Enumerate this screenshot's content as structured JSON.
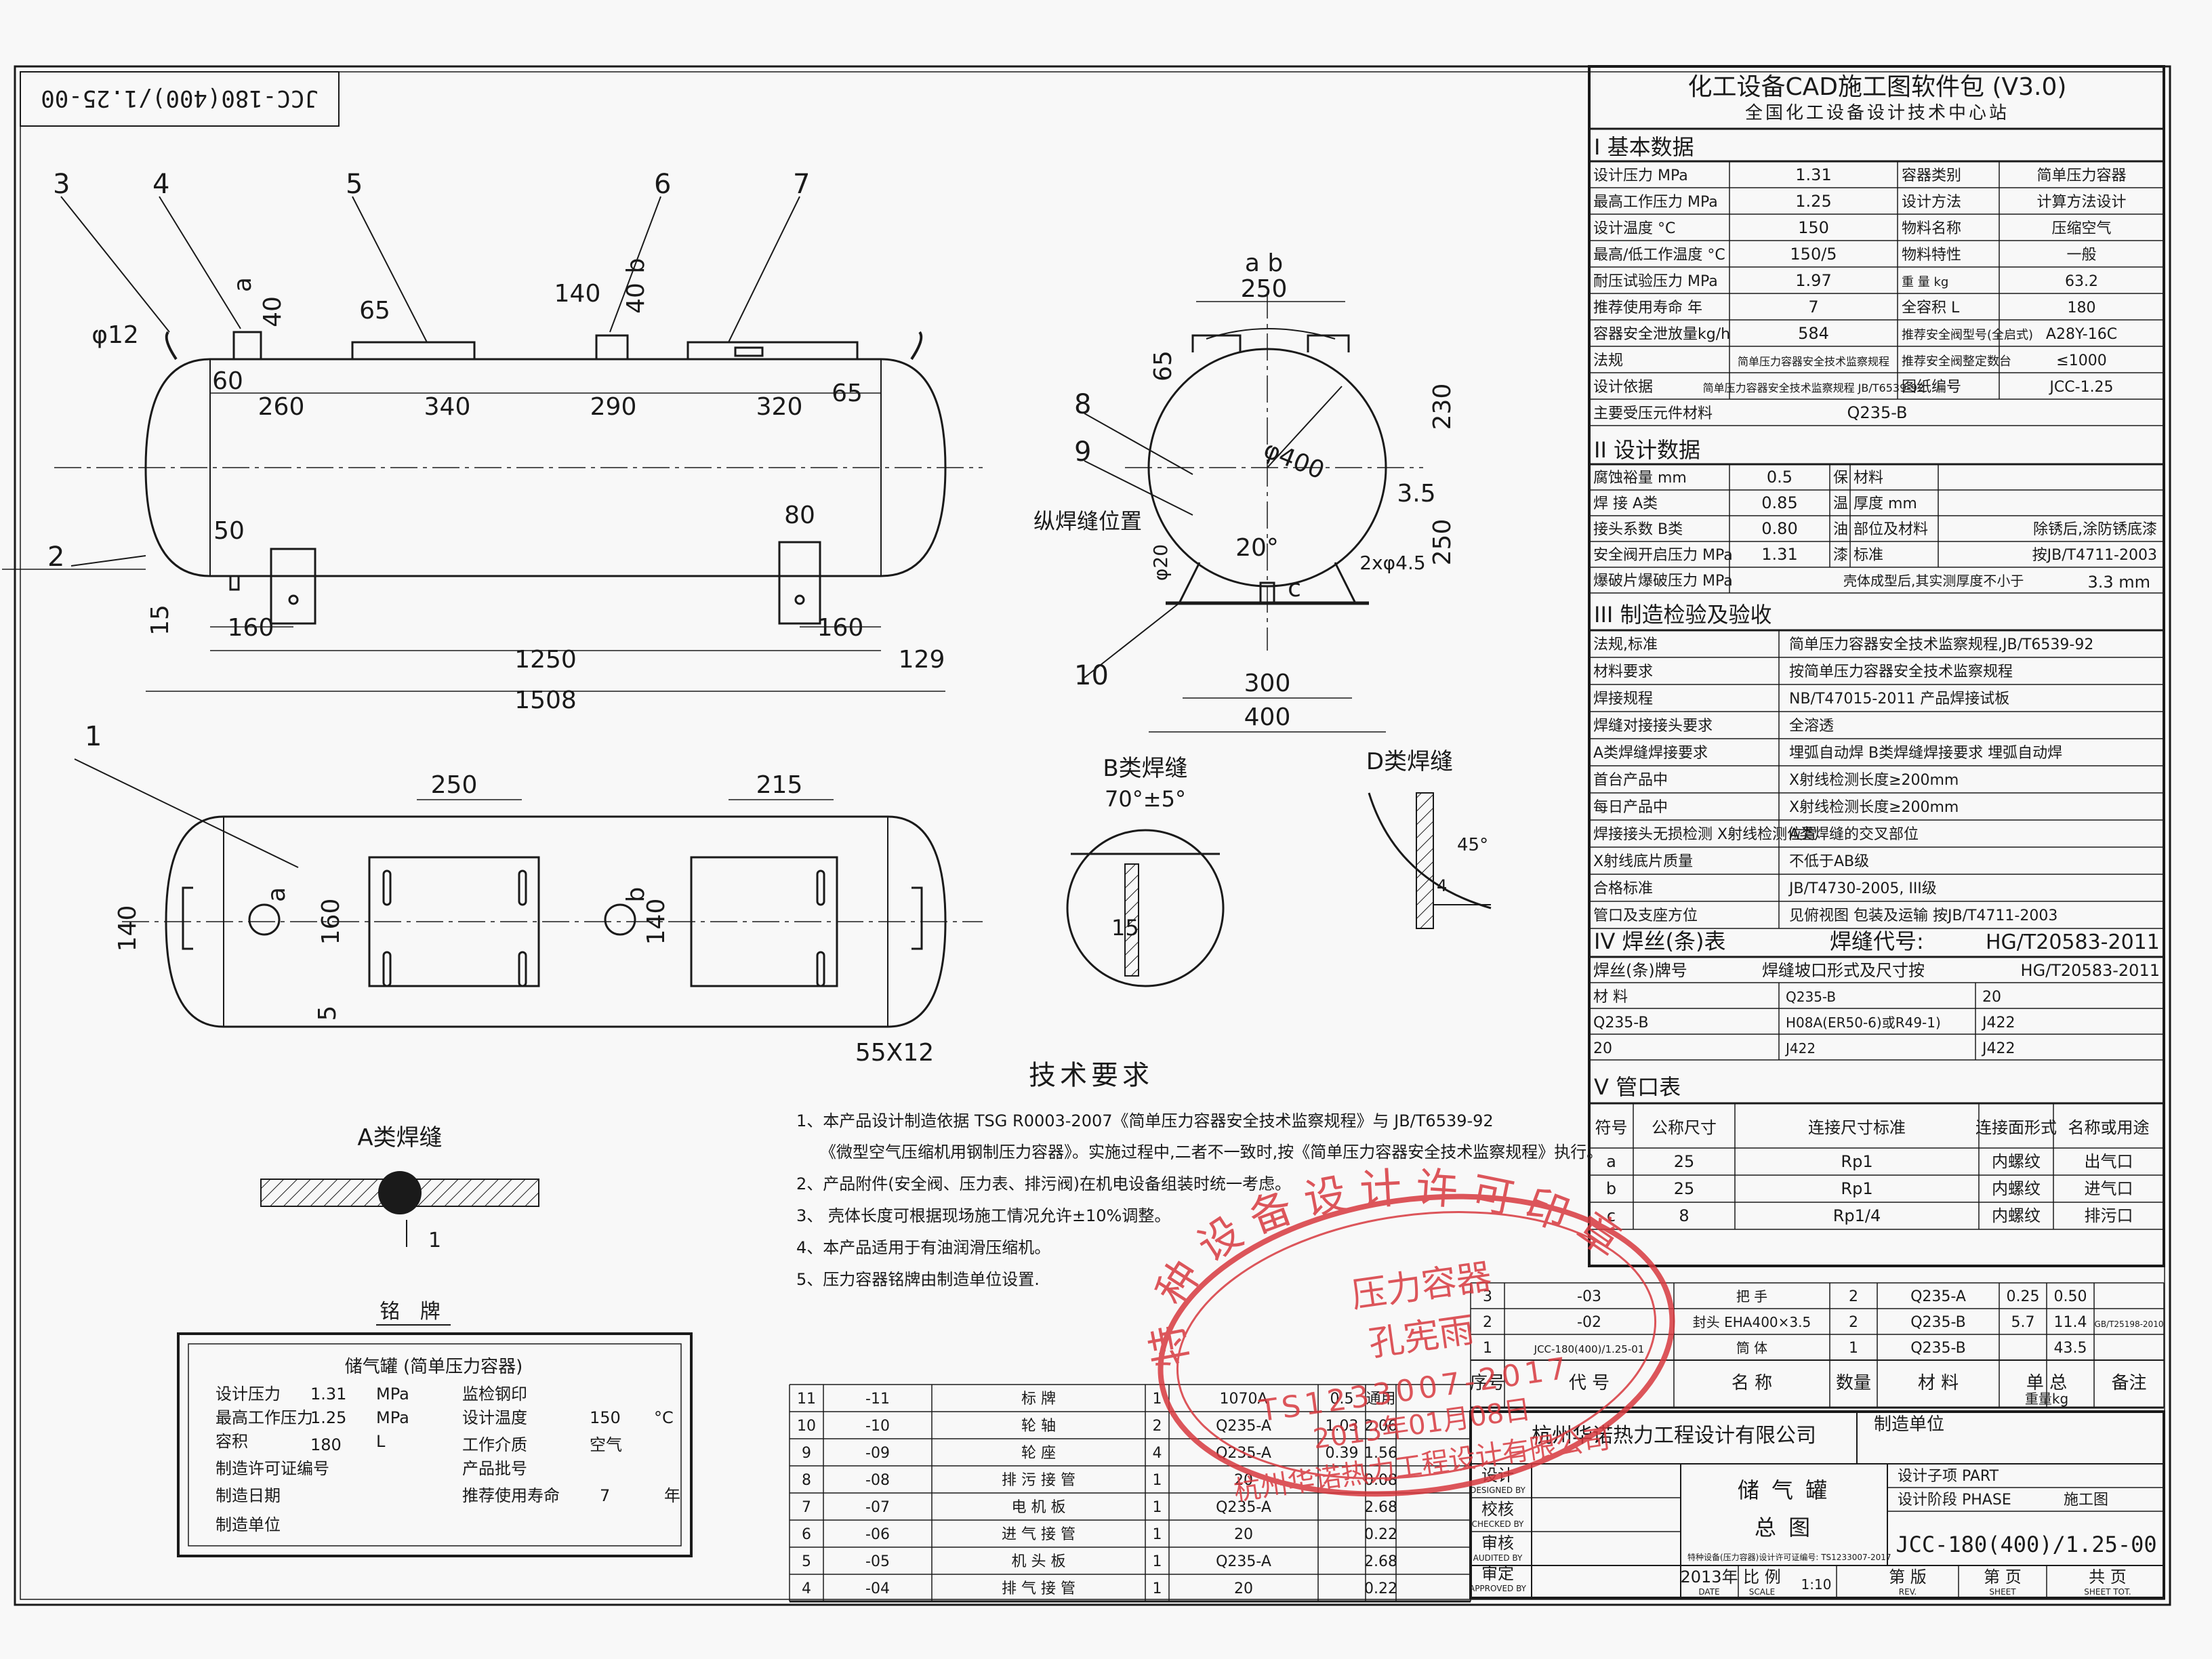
{
  "title_block": {
    "software": "化工设备CAD施工图软件包 (V3.0)",
    "center": "全国化工设备设计技术中心站",
    "rotated_code": "JCC-180(400)/1.25-00"
  },
  "basic_data": {
    "header": "I 基本数据",
    "rows": [
      [
        "设计压力   MPa",
        "1.31",
        "容器类别",
        "简单压力容器"
      ],
      [
        "最高工作压力 MPa",
        "1.25",
        "设计方法",
        "计算方法设计"
      ],
      [
        "设计温度   °C",
        "150",
        "物料名称",
        "压缩空气"
      ],
      [
        "最高/低工作温度 °C",
        "150/5",
        "物料特性",
        "一般"
      ],
      [
        "耐压试验压力 MPa",
        "1.97",
        "重  量  kg",
        "63.2"
      ],
      [
        "推荐使用寿命  年",
        "7",
        "全容积  L",
        "180"
      ],
      [
        "容器安全泄放量kg/h",
        "584",
        "推荐安全阀型号(全启式)",
        "A28Y-16C"
      ],
      [
        "法规",
        "简单压力容器安全技术监察规程",
        "推荐安全阀整定数台",
        "≤1000"
      ],
      [
        "设计依据",
        "简单压力容器安全技术监察规程 JB/T6539-92",
        "图纸编号",
        "JCC-1.25"
      ],
      [
        "主要受压元件材料",
        "Q235-B",
        "",
        ""
      ]
    ]
  },
  "design_data": {
    "header": "II 设计数据",
    "rows": [
      [
        "腐蚀裕量   mm",
        "0.5",
        "保",
        "材料",
        ""
      ],
      [
        "焊  接 A类",
        "0.85",
        "温",
        "厚度  mm",
        ""
      ],
      [
        "接头系数 B类",
        "0.80",
        "油",
        "部位及材料",
        "除锈后,涂防锈底漆"
      ],
      [
        "安全阀开启压力 MPa",
        "1.31",
        "漆",
        "标准",
        "按JB/T4711-2003"
      ],
      [
        "爆破片爆破压力 MPa",
        "",
        "壳体成型后,其实测厚度不小于",
        "3.3  mm",
        ""
      ]
    ]
  },
  "inspection": {
    "header": "III 制造检验及验收",
    "rows": [
      [
        "法规,标准",
        "简单压力容器安全技术监察规程,JB/T6539-92"
      ],
      [
        "材料要求",
        "按简单压力容器安全技术监察规程"
      ],
      [
        "焊接规程",
        "NB/T47015-2011  产品焊接试板"
      ],
      [
        "焊缝对接接头要求",
        "全溶透"
      ],
      [
        "A类焊缝焊接要求",
        "埋弧自动焊  B类焊缝焊接要求  埋弧自动焊"
      ],
      [
        "首台产品中",
        "X射线检测长度≥200mm"
      ],
      [
        "每日产品中",
        "X射线检测长度≥200mm"
      ],
      [
        "焊接接头无损检测 X射线检测位置",
        "A类焊缝的交叉部位"
      ],
      [
        "X射线底片质量",
        "不低于AB级"
      ],
      [
        "合格标准",
        "JB/T4730-2005,   III级"
      ],
      [
        "管口及支座方位",
        "见俯视图  包装及运输  按JB/T4711-2003"
      ]
    ]
  },
  "welding": {
    "header": "IV 焊丝(条)表",
    "code_label": "焊缝代号:",
    "code": "HG/T20583-2011",
    "sub": [
      "焊丝(条)牌号",
      "焊缝坡口形式及尺寸按",
      "HG/T20583-2011"
    ],
    "rows": [
      [
        "材  料",
        "Q235-B",
        "20"
      ],
      [
        "Q235-B",
        "H08A(ER50-6)或R49-1)",
        "J422"
      ],
      [
        "20",
        "J422",
        "J422"
      ]
    ]
  },
  "nozzles": {
    "header": "V 管口表",
    "cols": [
      "符号",
      "公称尺寸",
      "连接尺寸标准",
      "连接面形式",
      "名称或用途"
    ],
    "rows": [
      [
        "a",
        "25",
        "Rp1",
        "内螺纹",
        "出气口"
      ],
      [
        "b",
        "25",
        "Rp1",
        "内螺纹",
        "进气口"
      ],
      [
        "c",
        "8",
        "Rp1/4",
        "内螺纹",
        "排污口"
      ]
    ]
  },
  "tech": {
    "title": "技术要求",
    "lines": [
      "1、本产品设计制造依据 TSG R0003-2007《简单压力容器安全技术监察规程》与 JB/T6539-92",
      "《微型空气压缩机用钢制压力容器》。实施过程中,二者不一致时,按《简单压力容器安全技术监察规程》执行。",
      "2、产品附件(安全阀、压力表、排污阀)在机电设备组装时统一考虑。",
      "3、 壳体长度可根据现场施工情况允许±10%调整。",
      "4、本产品适用于有油润滑压缩机。",
      "5、压力容器铭牌由制造单位设置."
    ]
  },
  "nameplate": {
    "title": "铭 牌",
    "heading": "储气罐  (简单压力容器)",
    "left": [
      [
        "设计压力",
        "1.31",
        "MPa"
      ],
      [
        "最高工作压力",
        "1.25",
        "MPa"
      ],
      [
        "容积",
        "180",
        "L"
      ],
      [
        "制造许可证编号",
        "",
        ""
      ],
      [
        "制造日期",
        "",
        ""
      ],
      [
        "制造单位",
        "",
        ""
      ]
    ],
    "right": [
      [
        "监检钢印",
        "",
        ""
      ],
      [
        "设计温度",
        "150",
        "°C"
      ],
      [
        "工作介质",
        "空气",
        ""
      ],
      [
        "产品批号",
        "",
        ""
      ],
      [
        "推荐使用寿命",
        "7",
        "年"
      ]
    ]
  },
  "weld_labels": {
    "a": "A类焊缝",
    "b": "B类焊缝",
    "d": "D类焊缝",
    "b_angle": "70°±5°",
    "d_angle": "45°",
    "d_leg": "4",
    "b_dim": "15",
    "a_dim": "1"
  },
  "parts_lower": [
    [
      "11",
      "-11",
      "标   牌",
      "1",
      "1070A",
      "0.5",
      "通用"
    ],
    [
      "10",
      "-10",
      "轮   轴",
      "2",
      "Q235-A",
      "1.03",
      "2.06"
    ],
    [
      "9",
      "-09",
      "轮   座",
      "4",
      "Q235-A",
      "0.39",
      "1.56"
    ],
    [
      "8",
      "-08",
      "排 污 接 管",
      "1",
      "20",
      "",
      "0.08"
    ],
    [
      "7",
      "-07",
      "电 机 板",
      "1",
      "Q235-A",
      "",
      "2.68"
    ],
    [
      "6",
      "-06",
      "进 气 接 管",
      "1",
      "20",
      "",
      "0.22"
    ],
    [
      "5",
      "-05",
      "机 头 板",
      "1",
      "Q235-A",
      "",
      "2.68"
    ],
    [
      "4",
      "-04",
      "排 气 接 管",
      "1",
      "20",
      "",
      "0.22"
    ]
  ],
  "parts_upper": [
    [
      "3",
      "-03",
      "把    手",
      "2",
      "Q235-A",
      "0.25",
      "0.50",
      ""
    ],
    [
      "2",
      "-02",
      "封头 EHA400×3.5",
      "2",
      "Q235-B",
      "5.7",
      "11.4",
      "GB/T25198-2010"
    ],
    [
      "1",
      "JCC-180(400)/1.25-01",
      "筒    体",
      "1",
      "Q235-B",
      "",
      "43.5",
      ""
    ]
  ],
  "parts_header": [
    "序号",
    "代  号",
    "名      称",
    "数量",
    "材    料",
    "单  总",
    "备注"
  ],
  "parts_header2": "重量kg",
  "company": "杭州华诺热力工程设计有限公司",
  "mfg_unit": "制造单位",
  "sig": [
    "设计",
    "校核",
    "审核",
    "审定"
  ],
  "sig_en": [
    "DESIGNED BY",
    "CHECKED BY",
    "AUDITED BY",
    "APPROVED BY"
  ],
  "drawing_name": [
    "储 气 罐",
    "总  图"
  ],
  "project": [
    "设计子项 PART",
    "设计阶段 PHASE",
    "施工图"
  ],
  "drawing_no": "JCC-180(400)/1.25-00",
  "bottom": [
    "2013年",
    "比 例",
    "1:10",
    "第 版",
    "第 页",
    "共 页"
  ],
  "bottom_en": [
    "DATE",
    "SCALE",
    "REV.",
    "SHEET",
    "SHEET TOT."
  ],
  "license_small": "特种设备(压力容器)设计许可证编号: TS1233007-2017",
  "stamp": {
    "ring": "特种设备设计许可印章",
    "center1": "压力容器",
    "center2": "孔宪雨",
    "no": "TS1233007-2017",
    "date": "2013年01月08日",
    "bottom": "杭州华诺热力工程设计有限公司",
    "color": "#d8393f"
  },
  "dims_front": [
    "260",
    "340",
    "290",
    "320",
    "1250",
    "1508",
    "129",
    "160",
    "160",
    "65",
    "140",
    "60",
    "40",
    "40",
    "65",
    "80",
    "50",
    "15",
    "φ12",
    "a",
    "b"
  ],
  "dims_side": [
    "a b",
    "250",
    "65",
    "230",
    "250",
    "φ400",
    "3.5",
    "20°",
    "φ20",
    "300",
    "400",
    "2xφ4.5",
    "c",
    "纵焊缝位置"
  ],
  "dims_top": [
    "250",
    "215",
    "140",
    "160",
    "140",
    "5",
    "55X12",
    "a",
    "b"
  ],
  "callouts": [
    "1",
    "2",
    "3",
    "4",
    "5",
    "6",
    "7",
    "8",
    "9",
    "10"
  ],
  "colors": {
    "line": "#1a1a1a",
    "paper": "#f8f8f8"
  }
}
